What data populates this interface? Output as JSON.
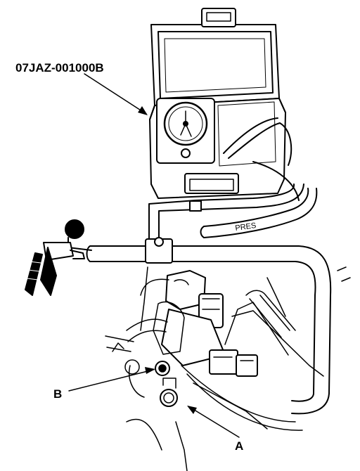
{
  "labels": {
    "tool_part_number": "07JAZ-001000B",
    "pres_marking": "PRES",
    "callout_a": "A",
    "callout_b": "B"
  },
  "colors": {
    "line": "#000000",
    "background": "#ffffff"
  }
}
